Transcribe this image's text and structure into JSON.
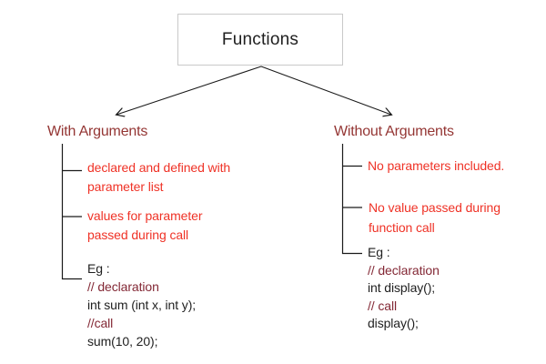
{
  "root": {
    "title": "Functions"
  },
  "colors": {
    "heading": "#943634",
    "item_red": "#ef3226",
    "comment": "#832835",
    "code_text": "#1f1f1f",
    "line": "#1a1a1a",
    "box_border": "#c9c9c9"
  },
  "left": {
    "heading": "With Arguments",
    "items": [
      {
        "line1": "declared and defined with",
        "line2": "parameter list"
      },
      {
        "line1": "values for parameter",
        "line2": "passed during call"
      }
    ],
    "example": {
      "label": "Eg :",
      "comment1": "// declaration",
      "code1": "int sum (int x, int y);",
      "comment2": "//call",
      "code2": "sum(10, 20);"
    }
  },
  "right": {
    "heading": "Without Arguments",
    "items": [
      {
        "line1": "No parameters included."
      },
      {
        "line1": "No value passed during",
        "line2": "function call"
      }
    ],
    "example": {
      "label": "Eg :",
      "comment1": "// declaration",
      "code1": "int display();",
      "comment2": "// call",
      "code2": "display();"
    }
  }
}
